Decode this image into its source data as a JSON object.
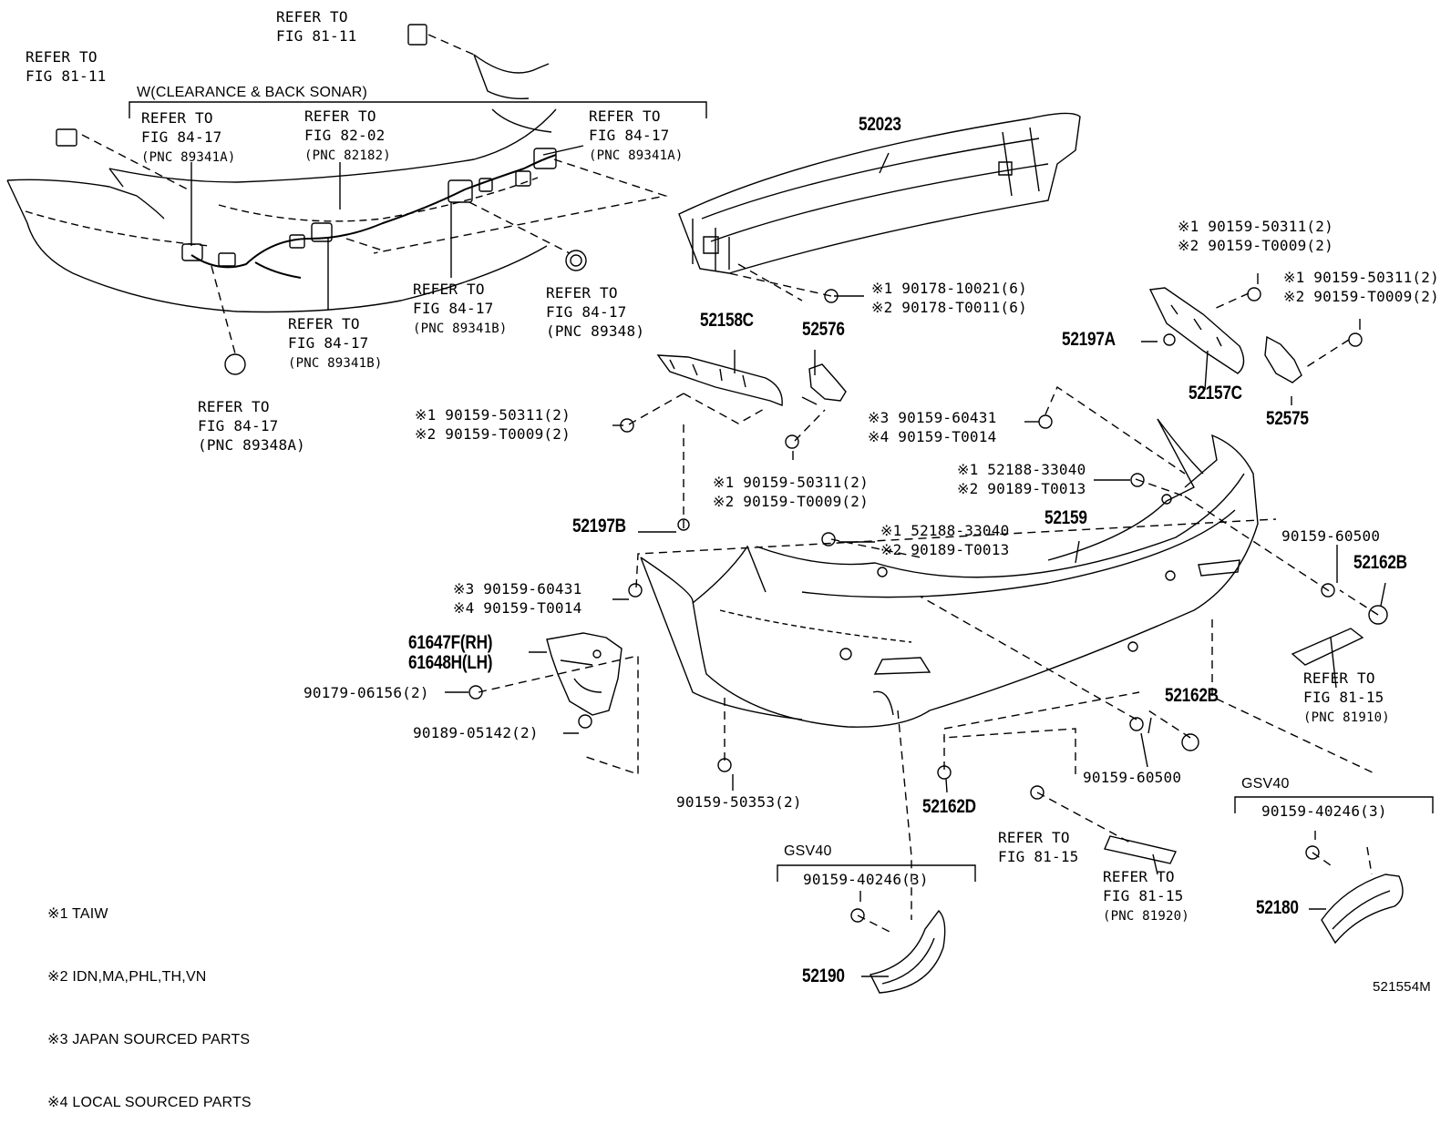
{
  "sonar_group": {
    "title": "W(CLEARANCE & BACK SONAR)"
  },
  "refs": {
    "r1": [
      "REFER TO",
      "FIG 81-11"
    ],
    "r2": [
      "REFER TO",
      "FIG 81-11"
    ],
    "r3": [
      "REFER TO",
      "FIG 84-17",
      "(PNC 89341A)"
    ],
    "r4": [
      "REFER TO",
      "FIG 82-02",
      "(PNC 82182)"
    ],
    "r5": [
      "REFER TO",
      "FIG 84-17",
      "(PNC 89341A)"
    ],
    "r6": [
      "REFER TO",
      "FIG 84-17",
      "(PNC 89341B)"
    ],
    "r7": [
      "REFER TO",
      "FIG 84-17",
      "(PNC 89348)"
    ],
    "r8": [
      "REFER TO",
      "FIG 84-17",
      "(PNC 89341B)"
    ],
    "r9": [
      "REFER TO",
      "FIG 84-17",
      "(PNC 89348A)"
    ],
    "r10": [
      "REFER TO",
      "FIG 81-15",
      "(PNC 81910)"
    ],
    "r11": [
      "REFER TO",
      "FIG 81-15"
    ],
    "r12": [
      "REFER TO",
      "FIG 81-15",
      "(PNC 81920)"
    ]
  },
  "parts": {
    "p52023": "52023",
    "p52158C": "52158C",
    "p52576": "52576",
    "p52197A": "52197A",
    "p52157C": "52157C",
    "p52575": "52575",
    "p52197B": "52197B",
    "p52159": "52159",
    "p52162B_a": "52162B",
    "p52162B_b": "52162B",
    "p61647F": "61647F(RH)",
    "p61648H": "61648H(LH)",
    "p52162D": "52162D",
    "p52190": "52190",
    "p52180": "52180"
  },
  "fasteners": {
    "f1": [
      "※1 90178-10021(6)",
      "※2 90178-T0011(6)"
    ],
    "f2": [
      "※1 90159-50311(2)",
      "※2 90159-T0009(2)"
    ],
    "f3": [
      "※1 90159-50311(2)",
      "※2 90159-T0009(2)"
    ],
    "f4": [
      "※1 90159-50311(2)",
      "※2 90159-T0009(2)"
    ],
    "f5": [
      "※3 90159-60431",
      "※4 90159-T0014"
    ],
    "f6": [
      "※1 90159-50311(2)",
      "※2 90159-T0009(2)"
    ],
    "f7": [
      "※1 52188-33040",
      "※2 90189-T0013"
    ],
    "f8": [
      "※1 52188-33040",
      "※2 90189-T0013"
    ],
    "f9": "90159-60500",
    "f10": [
      "※3 90159-60431",
      "※4 90159-T0014"
    ],
    "f11": "90179-06156(2)",
    "f12": "90189-05142(2)",
    "f13": "90159-50353(2)",
    "f14": "90159-60500",
    "f15": "90159-40246(3)",
    "f16": "90159-40246(3)"
  },
  "groups": {
    "gsv40_left": "GSV40",
    "gsv40_right": "GSV40"
  },
  "notes": [
    "※1 TAIW",
    "※2 IDN,MA,PHL,TH,VN",
    "※3 JAPAN SOURCED PARTS",
    "※4 LOCAL SOURCED PARTS"
  ],
  "figure_id": "521554M"
}
